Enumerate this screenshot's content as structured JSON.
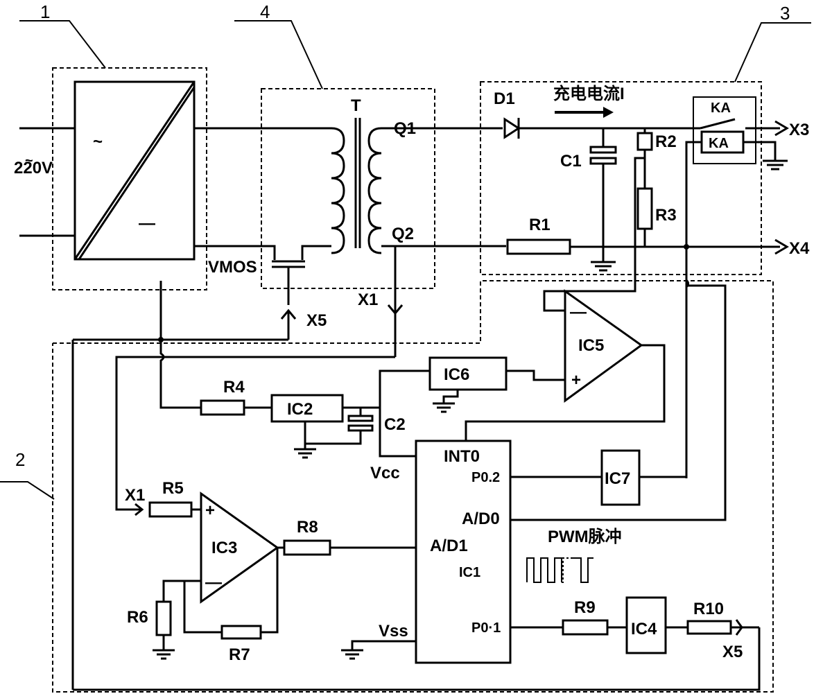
{
  "modules": {
    "m1": "1",
    "m2": "2",
    "m3": "3",
    "m4": "4"
  },
  "labels": {
    "ac_input": "220V",
    "tilde_small": "~",
    "rectifier_ac": "~",
    "rectifier_dc": "—",
    "vmos": "VMOS",
    "transformer": "T",
    "q1": "Q1",
    "q2": "Q2",
    "x1_top": "X1",
    "x5_top": "X5",
    "d1": "D1",
    "charge_current": "充电电流I",
    "c1": "C1",
    "r1": "R1",
    "r2": "R2",
    "r3": "R3",
    "ka_contact": "KA",
    "ka_coil": "KA",
    "x3": "X3",
    "x4": "X4",
    "ic5": "IC5",
    "ic6": "IC6",
    "ic5_minus": "—",
    "ic5_plus": "+",
    "r4": "R4",
    "ic2": "IC2",
    "c2": "C2",
    "vcc": "Vcc",
    "int0": "INT0",
    "p02": "P0.2",
    "ic7": "IC7",
    "ad0": "A/D0",
    "ad1": "A/D1",
    "ic1": "IC1",
    "pwm": "PWM脉冲",
    "x1_bottom": "X1",
    "r5": "R5",
    "ic3": "IC3",
    "ic3_plus": "+",
    "ic3_minus": "—",
    "r6": "R6",
    "r7": "R7",
    "r8": "R8",
    "vss": "Vss",
    "p01": "P0·1",
    "r9": "R9",
    "ic4": "IC4",
    "r10": "R10",
    "x5_bottom": "X5"
  }
}
